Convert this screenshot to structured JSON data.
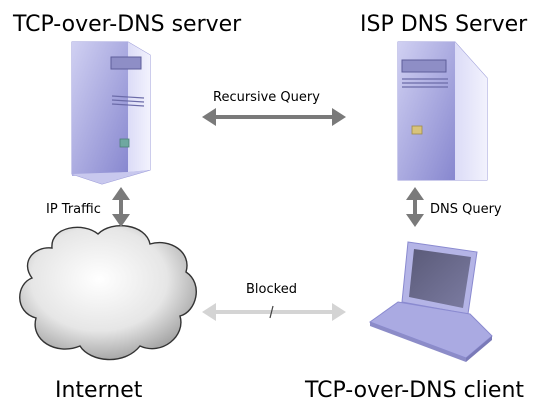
{
  "nodes": {
    "server": {
      "label": "TCP-over-DNS server"
    },
    "isp": {
      "label": "ISP DNS Server"
    },
    "internet": {
      "label": "Internet"
    },
    "client": {
      "label": "TCP-over-DNS client"
    }
  },
  "links": {
    "recursive": {
      "label": "Recursive Query"
    },
    "ip_traffic": {
      "label": "IP Traffic"
    },
    "dns_query": {
      "label": "DNS Query"
    },
    "blocked": {
      "label": "Blocked"
    }
  },
  "colors": {
    "device_face": "#a9a9e0",
    "device_side": "#d6d6f5",
    "device_top": "#8f8fd0",
    "arrow": "#7a7a7a",
    "arrow_blocked": "#d4d4d4",
    "cloud_fill": "#e6e6e6"
  }
}
